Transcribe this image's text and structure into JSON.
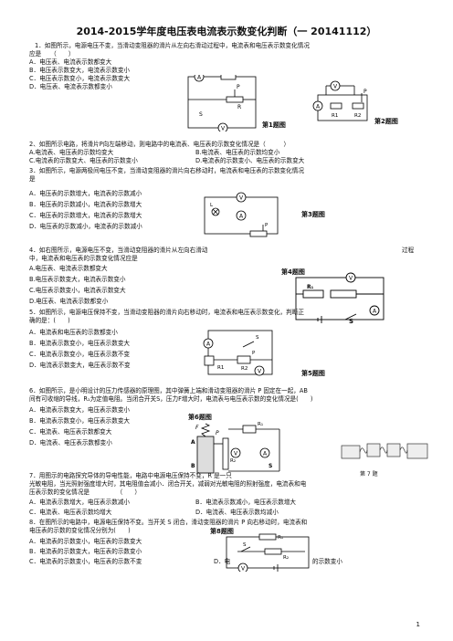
{
  "title": "2014-2015学年度电压表电流表示数变化判断（一 20141112）",
  "lines": [
    "1．如图所示，电源电压不变，当滑动变阻器的滑片从左向右滑动过程中，电流表和电压表示数变化情况",
    "应是　　（　　）",
    "A．电压表、电流表示数都变大",
    "B．电压表示数变大，电流表示数变小",
    "C．电压表示数变小，电流表示数变大",
    "D．电压表、电流表示数都变小",
    "2、如图所示电路，将滑片P向左端移动，则电路中的电流表、电压表的示数变化情况是（　　　）",
    "A.电流表、电压表的示数均变大",
    "B.电流表、电压表的示数均变小",
    "C.电流表的示数变大、电压表的示数变小",
    "D.电流表的示数变小、电压表的示数变大",
    "3．如图所示，电源两极间电压不变，当滑动变阻器的滑片向右移动时，电流表和电压表的示数变化情况",
    "是",
    "A．电压表的示数增大，电流表的示数减小",
    "B．电压表的示数减小，电流表的示数增大",
    "C．电压表的示数增大，电流表的示数增大",
    "D．电压表的示数减小，电流表的示数减小",
    "4．如右图所示，电源电压不变，当滑动变阻器的滑片从左向右滑动",
    "过程",
    "中，电流表和电压表的示数变化情况应是",
    "A.电压表、电流表示数都变大",
    "B.电压表示数变大，电流表示数变小",
    "C.电压表示数变小，电流表示数变大",
    "D.电压表、电流表示数都变小",
    "5．如图所示，电源电压保持不变，当滑动变阻器的滑片向右移动时，电流表和电压表示数变化，判断正",
    "确的是：(　　)",
    "A．电流表和电压表的示数都变小",
    "B．电流表示数变小，电压表示数变大",
    "C．电流表示数变小，电压表示数不变",
    "D．电流表示数变大，电压表示数不变",
    "6．如图所示，是小明设计的压力传感器的原理图，其中弹簧上端和滑动变阻器的滑片 P 固定在一起，AB",
    "间有可收缩的导线，R₁为定值电阻。当闭合开关S，压力F增大时，电流表与电压表示数的变化情况是(　　)",
    "A．电流表示数变大，电压表示数变小",
    "B．电流表示数变小，电压表示数变大",
    "C．电流表、电压表示数都变大",
    "D．电流表、电压表示数都变小",
    "7．用图示的电路探究导体的导电性能，电路中电源电压保持不变，R 是一只",
    "光敏电阻，当光照射强度增大时，其电阻值会减小．闭合开关，减弱对光敏电阻的照射强度，电流表和电",
    "压表示数的变化情况是　　　　　（　　）",
    "A．电流表示数增大，电压表示数减小",
    "B．电流表示数减小，电压表示数增大",
    "C．电流表、电压表示数均增大",
    "D．电流表、电压表示数均减小",
    "8．在图所示的电路中，电源电压保持不变。当开关 S 闭合，滑动变阻器的滑片 P 向右移动时，电流表和",
    "电压表的示数的变化情况分别为(　　)",
    "A．电流表的示数变小，电压表的示数变大",
    "B．电流表的示数变大，电压表的示数变小",
    "C．电流表的示数变小，电压表的示数不变",
    "D．电",
    "的示数变小"
  ],
  "figures": {
    "f1": "第1题图",
    "f2": "第2题图",
    "f3": "第3题图",
    "f4": "第4题图",
    "f5": "第5题图",
    "f6": "第6题图",
    "f7": "第 7 题",
    "f8": "第8题图"
  },
  "symbols": {
    "A": "A",
    "V": "V",
    "S": "S",
    "P": "P",
    "R": "R",
    "R1": "R₁",
    "R2": "R₂",
    "L": "L",
    "F": "F",
    "B": "B"
  },
  "page_number": "1"
}
